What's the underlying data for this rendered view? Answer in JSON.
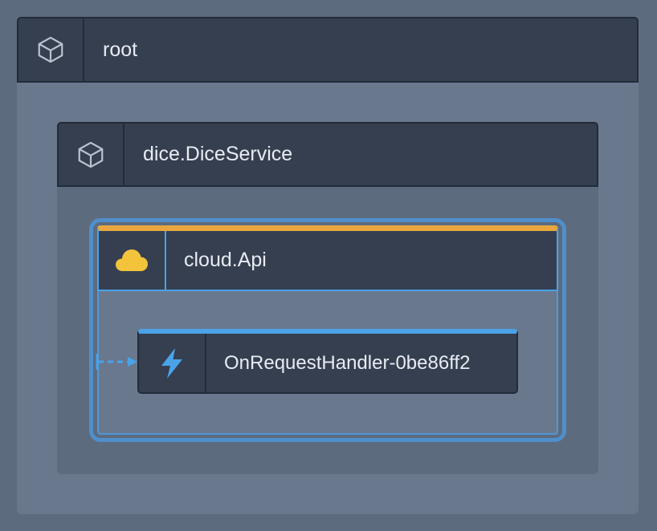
{
  "diagram": {
    "nodes": [
      {
        "id": "root",
        "label": "root",
        "icon": "cube-icon"
      },
      {
        "id": "dice",
        "label": "dice.DiceService",
        "icon": "cube-icon"
      },
      {
        "id": "api",
        "label": "cloud.Api",
        "icon": "cloud-icon",
        "accent": "#e8a73e",
        "selected": true
      },
      {
        "id": "handler",
        "label": "OnRequestHandler-0be86ff2",
        "icon": "lightning-icon",
        "accent": "#4aa3e8"
      }
    ],
    "edges": [
      {
        "from": "api",
        "to": "handler",
        "style": "dashed"
      }
    ]
  },
  "colors": {
    "background": "#5d6b7e",
    "header": "#353f50",
    "selection": "#4f8fcb",
    "api_accent": "#e8a73e",
    "function_accent": "#4aa3e8",
    "cloud_icon": "#f3c33c"
  }
}
